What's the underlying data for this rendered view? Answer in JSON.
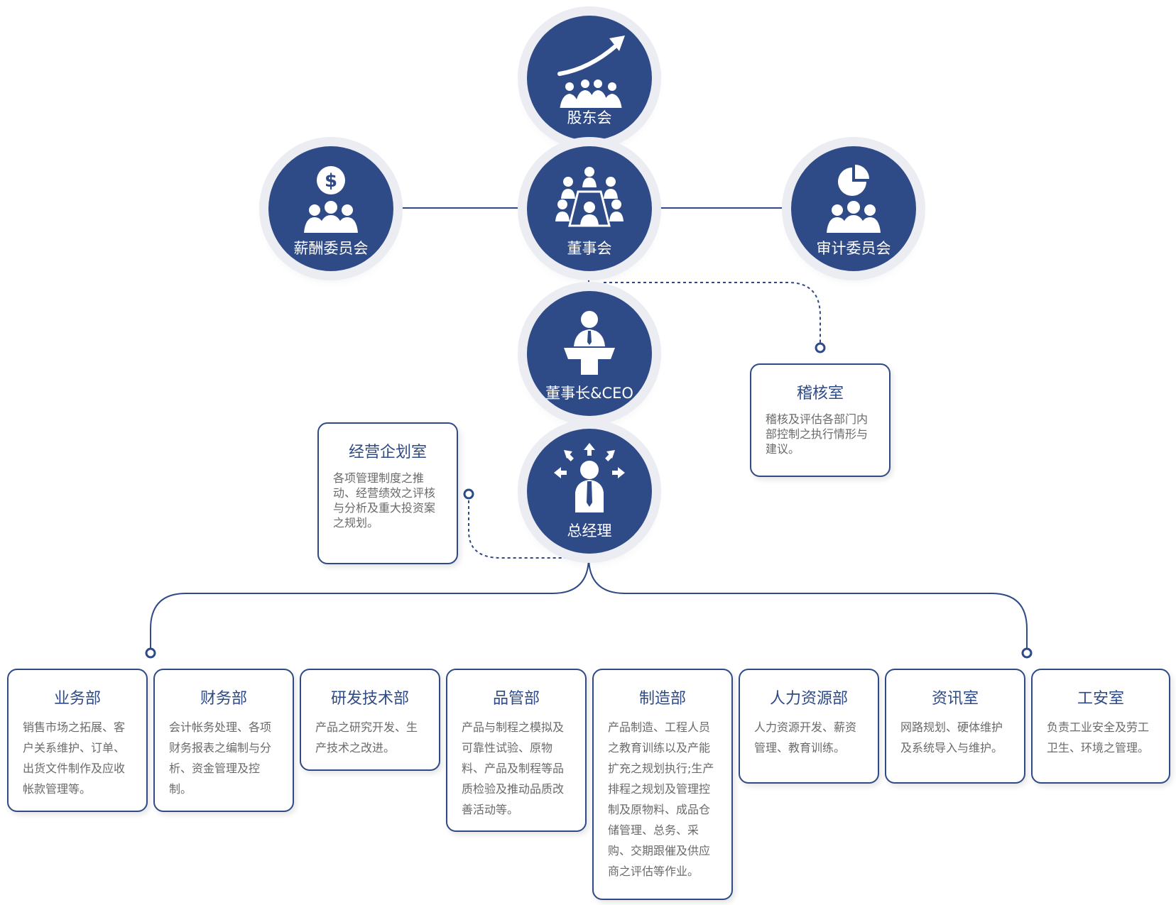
{
  "nodes": {
    "shareholders": "股东会",
    "board": "董事会",
    "compensation": "薪酬委员会",
    "audit_committee": "审计委员会",
    "chairman": "董事长&CEO",
    "gm": "总经理"
  },
  "side_boxes": {
    "audit_office": {
      "title": "稽核室",
      "desc": "稽核及评估各部门内部控制之执行情形与建议。"
    },
    "planning_office": {
      "title": "经营企划室",
      "desc": "各项管理制度之推动、经营绩效之评核与分析及重大投资案之规划。"
    }
  },
  "departments": [
    {
      "title": "业务部",
      "desc": "销售市场之拓展、客户关系维护、订单、出货文件制作及应收帐款管理等。"
    },
    {
      "title": "财务部",
      "desc": "会计帐务处理、各项财务报表之编制与分析、资金管理及控制。"
    },
    {
      "title": "研发技术部",
      "desc": "产品之研究开发、生产技术之改进。"
    },
    {
      "title": "品管部",
      "desc": "产品与制程之模拟及可靠性试验、原物料、产品及制程等品质检验及推动品质改善活动等。"
    },
    {
      "title": "制造部",
      "desc": "产品制造、工程人员之教育训练以及产能扩充之规划执行;生产排程之规划及管理控制及原物料、成品仓储管理、总务、采购、交期跟催及供应商之评估等作业。"
    },
    {
      "title": "人力资源部",
      "desc": "人力资源开发、薪资管理、教育训练。"
    },
    {
      "title": "资讯室",
      "desc": "网路规划、硬体维护及系统导入与维护。"
    },
    {
      "title": "工安室",
      "desc": "负责工业安全及劳工卫生、环境之管理。"
    }
  ],
  "colors": {
    "primary": "#2e4a87",
    "halo": "#ebedf2",
    "text": "#6a6a6a"
  }
}
